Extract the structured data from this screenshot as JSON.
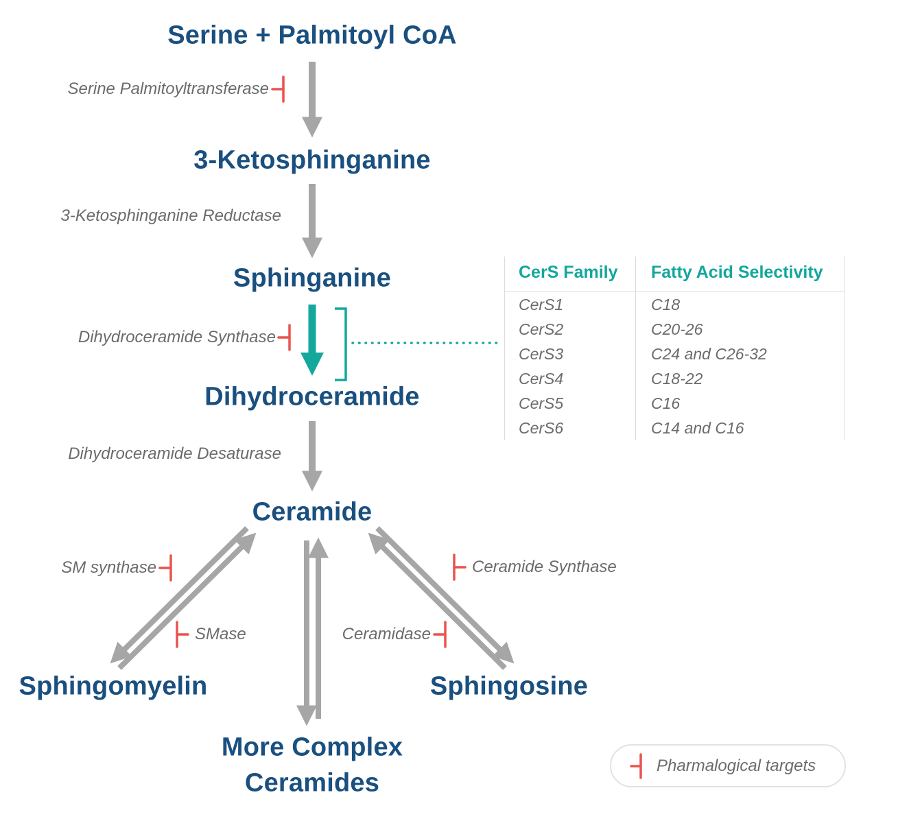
{
  "palette": {
    "node_blue": "#1a507f",
    "arrow_gray": "#a6a6a6",
    "enzyme_gray": "#6b6b6b",
    "teal": "#14a79c",
    "inhibitor_red": "#e9534f",
    "table_border": "#dcdcdc"
  },
  "nodes": {
    "substrate": "Serine + Palmitoyl CoA",
    "ketosphinganine": "3-Ketosphinganine",
    "sphinganine": "Sphinganine",
    "dihydroceramide": "Dihydroceramide",
    "ceramide": "Ceramide",
    "sphingomyelin": "Sphingomyelin",
    "complex_ceramides": "More Complex\nCeramides",
    "sphingosine": "Sphingosine"
  },
  "enzymes": {
    "spt": "Serine Palmitoyltransferase",
    "ksr": "3-Ketosphinganine Reductase",
    "dcs": "Dihydroceramide Synthase",
    "dcd": "Dihydroceramide Desaturase",
    "sm_synthase": "SM synthase",
    "smase": "SMase",
    "ceramidase": "Ceramidase",
    "ceramide_synthase": "Ceramide Synthase"
  },
  "table": {
    "headers": [
      "CerS Family",
      "Fatty Acid Selectivity"
    ],
    "rows": [
      {
        "family": "CerS1",
        "selectivity": "C18"
      },
      {
        "family": "CerS2",
        "selectivity": "C20-26"
      },
      {
        "family": "CerS3",
        "selectivity": "C24 and C26-32"
      },
      {
        "family": "CerS4",
        "selectivity": "C18-22"
      },
      {
        "family": "CerS5",
        "selectivity": "C16"
      },
      {
        "family": "CerS6",
        "selectivity": "C14 and C16"
      }
    ]
  },
  "legend": {
    "label": "Pharmalogical targets"
  }
}
